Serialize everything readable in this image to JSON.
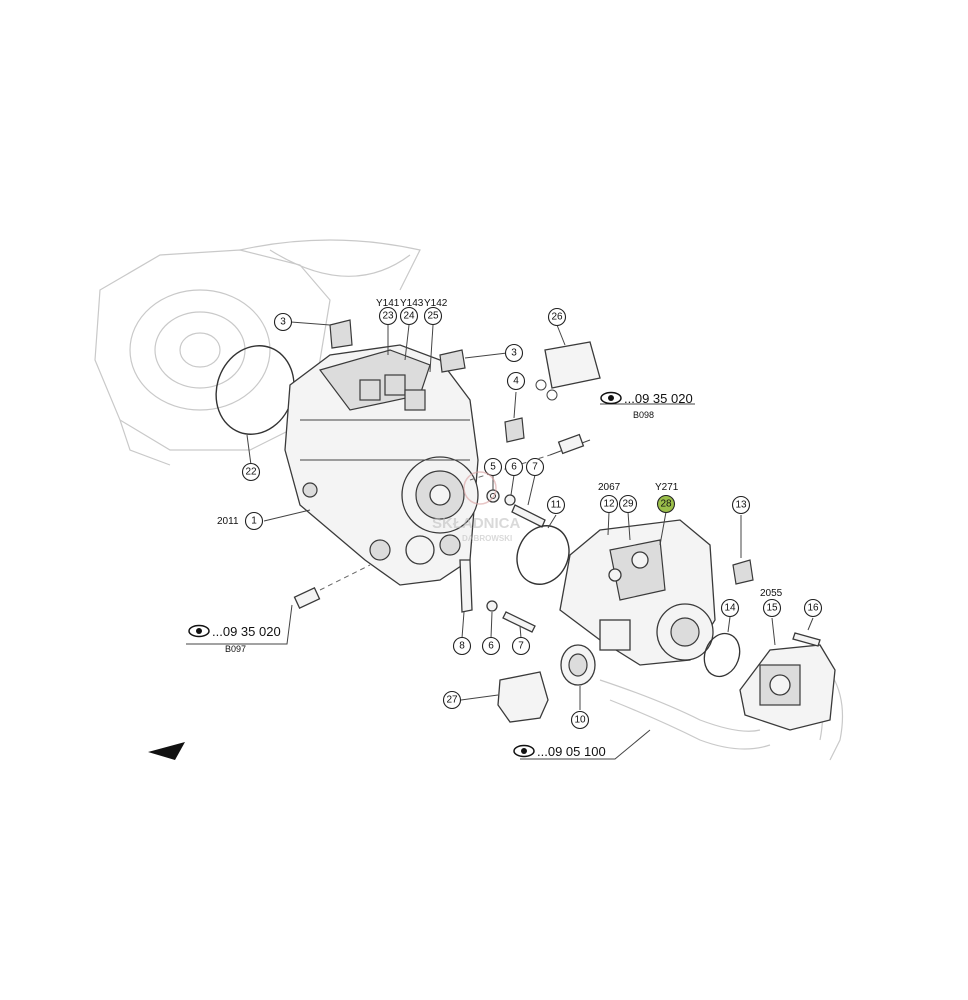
{
  "callouts": {
    "c1": "1",
    "c3a": "3",
    "c3b": "3",
    "c4": "4",
    "c5": "5",
    "c6a": "6",
    "c6b": "6",
    "c7a": "7",
    "c7b": "7",
    "c8": "8",
    "c10": "10",
    "c11": "11",
    "c12": "12",
    "c13": "13",
    "c14": "14",
    "c15": "15",
    "c16": "16",
    "c22": "22",
    "c23": "23",
    "c24": "24",
    "c25": "25",
    "c26": "26",
    "c27": "27",
    "c28": "28",
    "c29": "29"
  },
  "labels": {
    "y141": "Y141",
    "y143": "Y143",
    "y142": "Y142",
    "l2011": "2011",
    "l2067": "2067",
    "y271": "Y271",
    "l2055": "2055"
  },
  "refs": {
    "ref_b098": {
      "code": "...09 35 020",
      "sheet": "B098"
    },
    "ref_b097": {
      "code": "...09 35 020",
      "sheet": "B097"
    },
    "ref_bottom": {
      "code": "...09 05 100"
    }
  },
  "watermark": {
    "main": "SKŁADNICA",
    "sub": "DĄBROWSKI"
  },
  "colors": {
    "highlight": "#9bbf4a",
    "line": "#222222",
    "ghost": "#c9c9c9"
  },
  "icons": {
    "reference": "eye-icon",
    "direction": "arrow-icon"
  }
}
